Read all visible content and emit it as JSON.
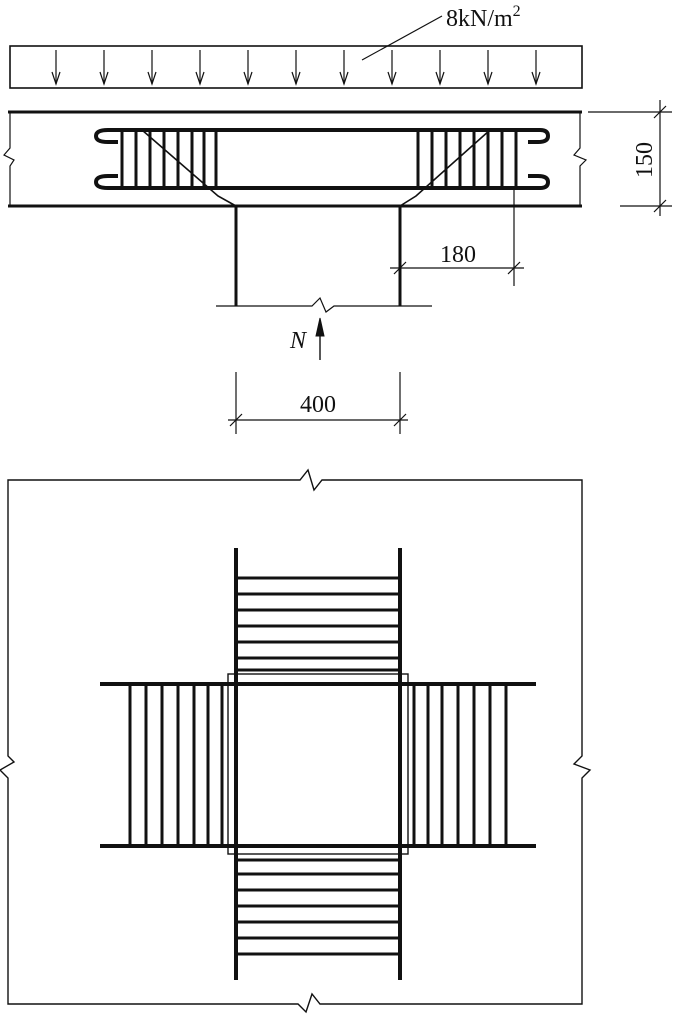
{
  "section": {
    "load_label": "8kN/m",
    "load_sup": "2",
    "thickness_label": "150",
    "anchor_label": "180",
    "axial_force_label": "N",
    "column_width_label": "400"
  },
  "colors": {
    "line": "#111111",
    "background": "#ffffff"
  }
}
